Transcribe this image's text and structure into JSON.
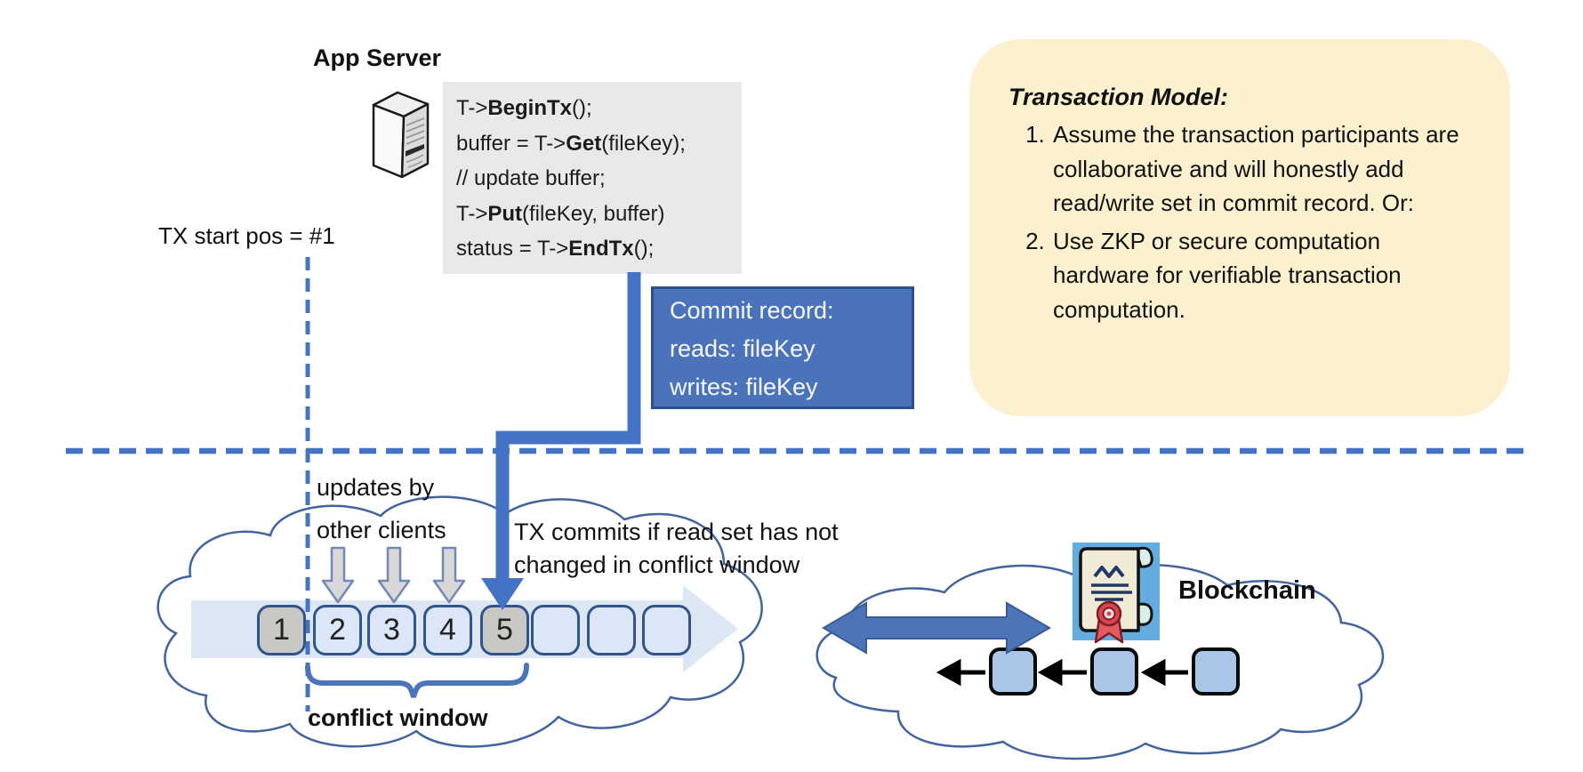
{
  "app_server": {
    "label": "App Server"
  },
  "code_block": {
    "lines": [
      {
        "pre": "T->",
        "bold": "BeginTx",
        "post": "();"
      },
      {
        "pre": "buffer = T->",
        "bold": "Get",
        "post": "(fileKey);"
      },
      {
        "pre": "// update buffer;",
        "bold": "",
        "post": ""
      },
      {
        "pre": "T->",
        "bold": "Put",
        "post": "(fileKey, buffer)"
      },
      {
        "pre": "status = T->",
        "bold": "EndTx",
        "post": "();"
      }
    ]
  },
  "tx_start_label": "TX start pos = #1",
  "commit_record": {
    "lines": [
      "Commit record:",
      "reads: fileKey",
      "writes: fileKey"
    ]
  },
  "transaction_model": {
    "title": "Transaction Model:",
    "items": [
      "Assume the transaction participants are collaborative and will honestly add read/write set in commit record.  Or:",
      "Use ZKP or secure computation hardware for verifiable transaction computation."
    ]
  },
  "timeline": {
    "updates_label": "updates by\nother clients",
    "commit_note": "TX commits if read set has not\nchanged in conflict window",
    "conflict_window_label": "conflict window",
    "blocks": [
      {
        "label": "1",
        "state": "committed"
      },
      {
        "label": "2",
        "state": "other-client-update"
      },
      {
        "label": "3",
        "state": "other-client-update"
      },
      {
        "label": "4",
        "state": "other-client-update"
      },
      {
        "label": "5",
        "state": "commit-target"
      },
      {
        "label": "",
        "state": "future"
      },
      {
        "label": "",
        "state": "future"
      },
      {
        "label": "",
        "state": "future"
      }
    ]
  },
  "blockchain": {
    "label": "Blockchain",
    "block_count": 3
  },
  "colors": {
    "accent_blue": "#4472c4",
    "commit_box_fill": "#4b73b9",
    "commit_box_border": "#2c4f8e",
    "note_fill": "#fbf1cf",
    "block_fill": "#dbe7f6",
    "block_border": "#31548c",
    "block_gray": "#c9c8c4",
    "band_fill": "#d9e4f2",
    "cloud_stroke": "#41639e",
    "chain_block_fill": "#a9c6e8",
    "cert_bg": "#64ace0",
    "seal_red": "#d9444e",
    "code_bg": "#e9e9e9"
  }
}
